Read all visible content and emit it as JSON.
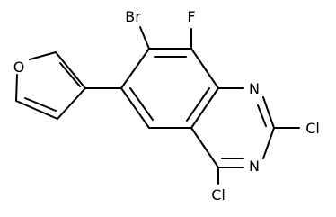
{
  "molecule": {
    "atoms": {
      "o1": "O",
      "br": "Br",
      "f": "F",
      "n1": "N",
      "n3": "N",
      "cl2": "Cl",
      "cl4": "Cl"
    }
  }
}
